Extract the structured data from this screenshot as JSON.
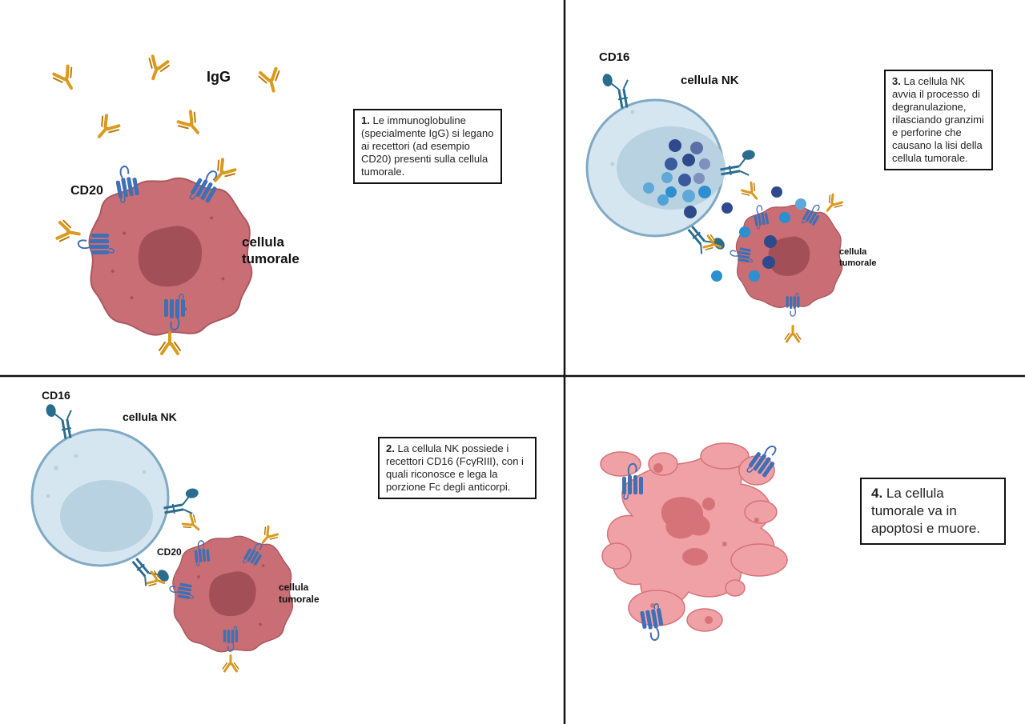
{
  "panel1": {
    "igg_label": "IgG",
    "cd20_label": "CD20",
    "tumor_label_line1": "cellula",
    "tumor_label_line2": "tumorale",
    "caption_number": "1.",
    "caption_text": "Le immunoglobuline (specialmente IgG) si legano ai recettori (ad esempio CD20) presenti sulla cellula tumorale."
  },
  "panel2": {
    "cd16_label": "CD16",
    "nk_label": "cellula NK",
    "cd20_label": "CD20",
    "tumor_label_line1": "cellula",
    "tumor_label_line2": "tumorale",
    "caption_number": "2.",
    "caption_text": "La cellula NK possiede i recettori CD16 (FcγRIII), con i quali riconosce e lega la porzione Fc degli anticorpi."
  },
  "panel3": {
    "cd16_label": "CD16",
    "nk_label": "cellula NK",
    "tumor_label_line1": "cellula",
    "tumor_label_line2": "tumorale",
    "caption_number": "3.",
    "caption_text": "La cellula NK avvia il processo di degranulazione, rilasciando granzimi e perforine che causano la lisi della cellula tumorale."
  },
  "panel4": {
    "caption_number": "4.",
    "caption_text": "La cellula tumorale va in apoptosi e muore."
  },
  "colors": {
    "divider": "#111111",
    "tumor_fill": "#c86e74",
    "tumor_nucleus": "#a24f57",
    "nk_fill": "#d6e6f0",
    "nk_nucleus": "#b8d2e2",
    "receptor_blue": "#3f6fb4",
    "antibody_gold": "#d99a1e",
    "cd16_teal": "#2a6d8f",
    "apoptotic_fill": "#f0a1a6",
    "apoptotic_nucleus": "#d57378"
  }
}
